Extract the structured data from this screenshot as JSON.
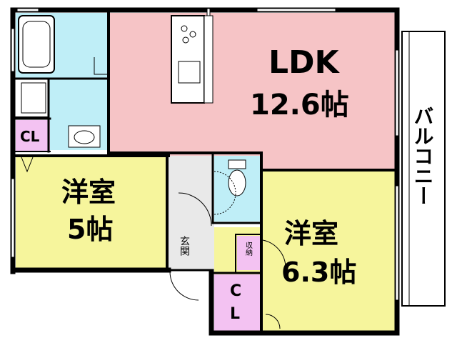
{
  "colors": {
    "ldk": "#f6c4c6",
    "wet": "#bfeef7",
    "bedroom": "#f6f59c",
    "closet": "#f3c2f2",
    "entry": "#e9e9e9",
    "wall": "#000000",
    "balcony": "#ffffff"
  },
  "rooms": {
    "ldk": {
      "name": "LDK",
      "size": "12.6帖"
    },
    "room5": {
      "name": "洋室",
      "size": "5帖"
    },
    "room63": {
      "name": "洋室",
      "size": "6.3帖"
    },
    "cl_left": "CL",
    "cl_bottom": "C L",
    "entrance": "玄関",
    "storage": "収納",
    "balcony": "バルコニー"
  }
}
